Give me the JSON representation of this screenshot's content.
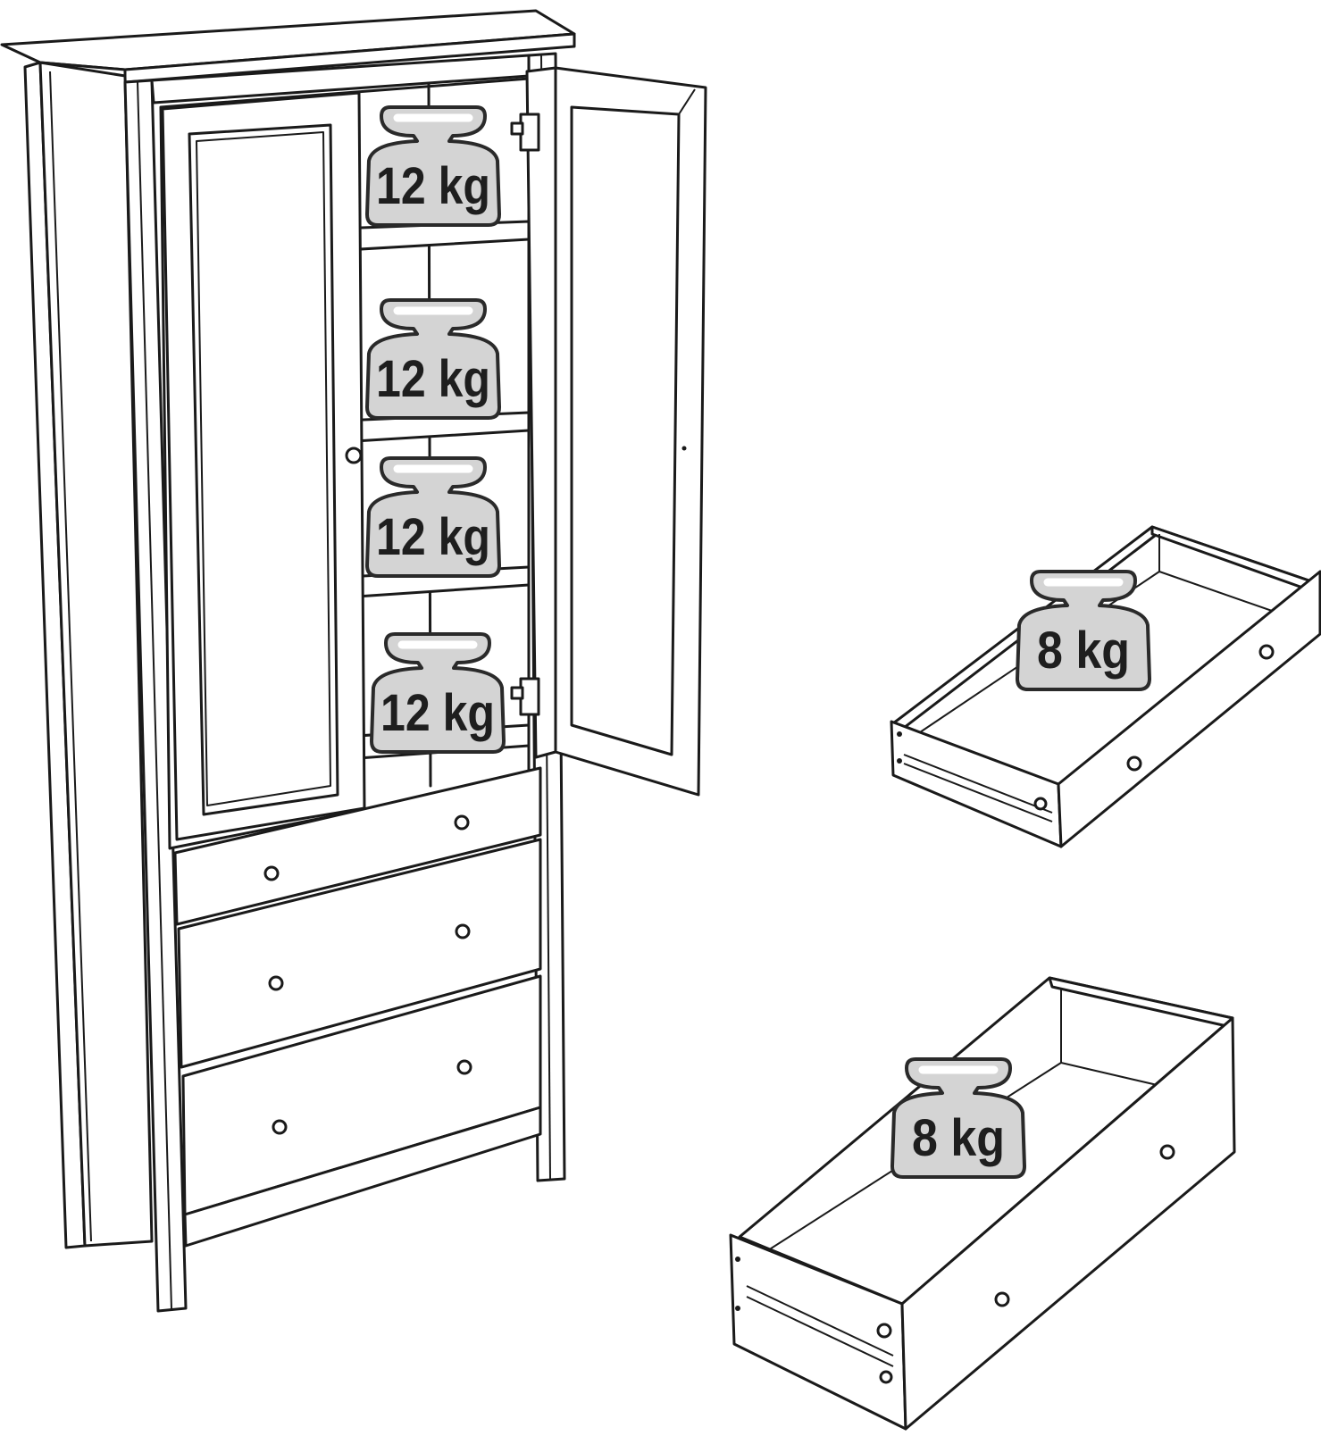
{
  "weights": {
    "shelves": [
      {
        "label": "12 kg"
      },
      {
        "label": "12 kg"
      },
      {
        "label": "12 kg"
      },
      {
        "label": "12 kg"
      }
    ],
    "drawers": [
      {
        "label": "8 kg"
      },
      {
        "label": "8 kg"
      }
    ]
  },
  "colors": {
    "line": "#1a1a1a",
    "weight_fill": "#d4d4d4",
    "background": "#ffffff"
  }
}
